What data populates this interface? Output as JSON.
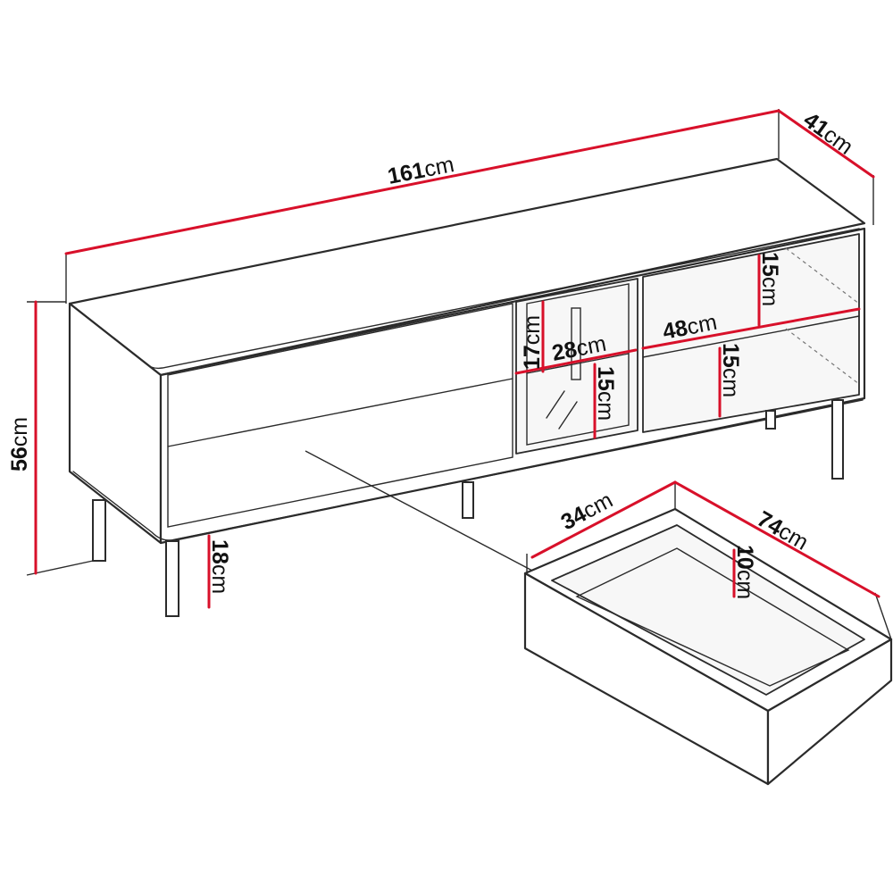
{
  "colors": {
    "dimension_line": "#d8102a",
    "outline": "#2b2b2b",
    "background": "#ffffff"
  },
  "dimensions": {
    "unit": "cm",
    "width": "161",
    "depth": "41",
    "height": "56",
    "leg_height": "18",
    "glass_door_height": "17",
    "glass_door_width": "28",
    "glass_shelf_height": "15",
    "open_shelf_width": "48",
    "open_shelf_upper_height": "15",
    "open_shelf_lower_height": "15",
    "drawer_depth": "34",
    "drawer_width": "74",
    "drawer_height": "10"
  }
}
